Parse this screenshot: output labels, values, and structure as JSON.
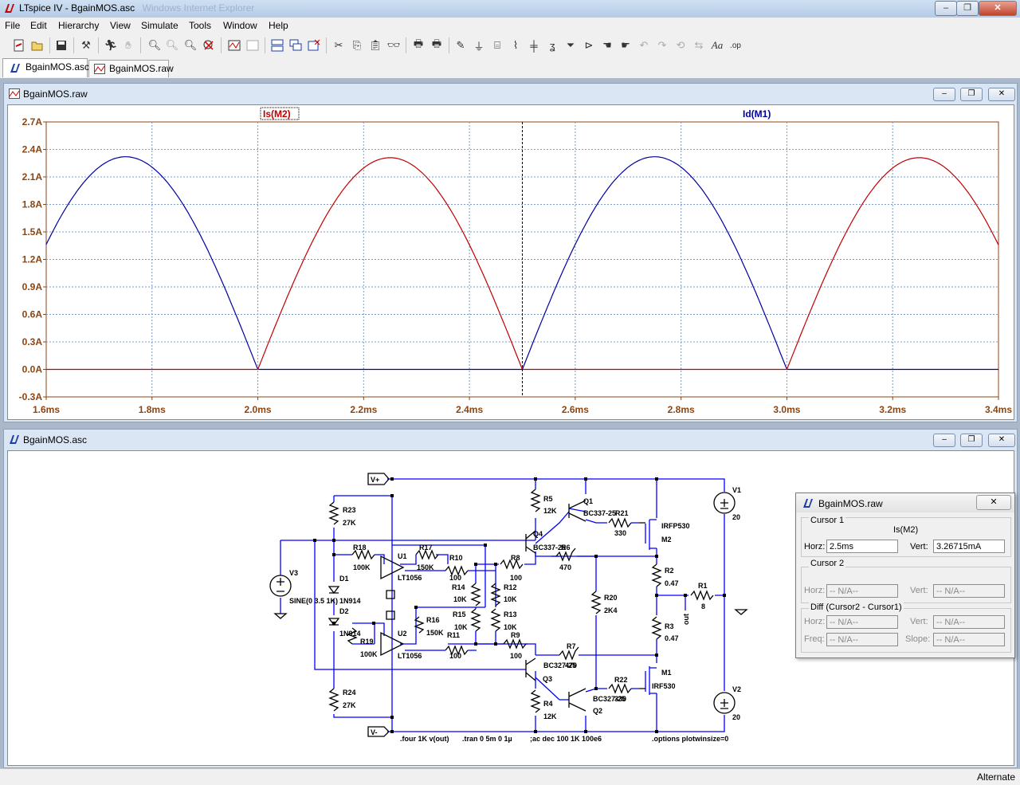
{
  "window": {
    "title": "LTspice IV - BgainMOS.asc",
    "subtitle": "Windows Internet Explorer"
  },
  "menu": [
    "File",
    "Edit",
    "Hierarchy",
    "View",
    "Simulate",
    "Tools",
    "Window",
    "Help"
  ],
  "toolbar_icons": [
    "new-schematic-icon",
    "open-icon",
    "save-icon",
    "control-panel-icon",
    "run-icon",
    "halt-icon",
    "zoom-in-icon",
    "zoom-pan-icon",
    "zoom-out-icon",
    "zoom-fit-icon",
    "autorange-icon",
    "manual-limits-icon",
    "tile-horizontal-icon",
    "cascade-icon",
    "close-windows-icon",
    "cut-icon",
    "copy-icon",
    "paste-icon",
    "find-icon",
    "print-setup-icon",
    "print-icon",
    "wire-icon",
    "ground-icon",
    "label-icon",
    "resistor-icon",
    "capacitor-icon",
    "inductor-icon",
    "diode-icon",
    "component-icon",
    "move-icon",
    "drag-icon",
    "undo-icon",
    "redo-icon",
    "rotate-icon",
    "mirror-icon",
    "text-icon",
    "spice-directive-icon"
  ],
  "tabs": [
    {
      "label": "BgainMOS.asc",
      "icon": "schematic-icon"
    },
    {
      "label": "BgainMOS.raw",
      "icon": "waveform-icon"
    }
  ],
  "waveform_window": {
    "title": "BgainMOS.raw",
    "trace_labels": [
      {
        "name": "Is(M2)",
        "color": "#c00000"
      },
      {
        "name": "Id(M1)",
        "color": "#0000a0"
      }
    ]
  },
  "chart_data": {
    "type": "line",
    "xlabel": "",
    "ylabel": "",
    "xlim": [
      1.6,
      3.4
    ],
    "ylim": [
      -0.3,
      2.7
    ],
    "x_ticks": [
      "1.6ms",
      "1.8ms",
      "2.0ms",
      "2.2ms",
      "2.4ms",
      "2.6ms",
      "2.8ms",
      "3.0ms",
      "3.2ms",
      "3.4ms"
    ],
    "y_ticks": [
      "-0.3A",
      "0.0A",
      "0.3A",
      "0.6A",
      "0.9A",
      "1.2A",
      "1.5A",
      "1.8A",
      "2.1A",
      "2.4A",
      "2.7A"
    ],
    "grid": true,
    "cursor_x": 2.5,
    "series": [
      {
        "name": "Id(M1)",
        "color": "#0000a0",
        "description_period_ms": 1.0,
        "peak": 2.32,
        "x": [
          1.6,
          1.65,
          1.7,
          1.75,
          1.8,
          1.85,
          1.9,
          1.95,
          2.0,
          2.5,
          2.55,
          2.6,
          2.65,
          2.7,
          2.75,
          2.8,
          2.85,
          2.9,
          2.95,
          3.0,
          3.4
        ],
        "y": [
          1.36,
          1.89,
          2.2,
          2.32,
          2.2,
          1.89,
          1.36,
          0.72,
          0.0,
          0.0,
          0.72,
          1.36,
          1.89,
          2.2,
          2.32,
          2.2,
          1.89,
          1.36,
          0.72,
          0.0,
          0.0
        ]
      },
      {
        "name": "Is(M2)",
        "color": "#c00000",
        "peak": 2.31,
        "x": [
          1.6,
          2.0,
          2.05,
          2.1,
          2.15,
          2.2,
          2.25,
          2.3,
          2.35,
          2.4,
          2.45,
          2.5,
          3.0,
          3.05,
          3.1,
          3.15,
          3.2,
          3.25,
          3.3,
          3.35,
          3.4
        ],
        "y": [
          0.0,
          0.0,
          0.72,
          1.36,
          1.89,
          2.2,
          2.31,
          2.2,
          1.89,
          1.36,
          0.72,
          0.0,
          0.0,
          0.72,
          1.36,
          1.89,
          2.2,
          2.31,
          2.2,
          1.89,
          1.36
        ]
      }
    ]
  },
  "schematic_window": {
    "title": "BgainMOS.asc",
    "labels": {
      "vplus": "V+",
      "vminus": "V-",
      "r23": "R23",
      "r23v": "27K",
      "r24": "R24",
      "r24v": "27K",
      "r18": "R18",
      "r18v": "100K",
      "r17": "R17",
      "r17v": "150K",
      "r10": "R10",
      "r10v": "100",
      "r14": "R14",
      "r14v": "10K",
      "r16": "R16",
      "r16v": "150K",
      "r11": "R11",
      "r11v": "100",
      "r15": "R15",
      "r15v": "10K",
      "r19": "R19",
      "r19v": "100K",
      "r12": "R12",
      "r12v": "10K",
      "r13": "R13",
      "r13v": "10K",
      "r8": "R8",
      "r8v": "100",
      "r9": "R9",
      "r9v": "100",
      "r5": "R5",
      "r5v": "12K",
      "r4": "R4",
      "r4v": "12K",
      "q1": "Q1",
      "q1t": "BC337-25",
      "q4": "Q4",
      "q4t": "BC337-25",
      "q3": "Q3",
      "q3t": "BC327-25",
      "q2": "Q2",
      "q2t": "BC327-25",
      "r6": "R6",
      "r6v": "470",
      "r7": "R7",
      "r7v": "470",
      "r21": "R21",
      "r21v": "330",
      "r22": "R22",
      "r22v": "330",
      "r20": "R20",
      "r20v": "2K4",
      "m2": "M2",
      "m2t": "IRFP530",
      "m1": "M1",
      "m1t": "IRF530",
      "r2": "R2",
      "r2v": "0.47",
      "r3": "R3",
      "r3v": "0.47",
      "r1": "R1",
      "r1v": "8",
      "out": "out",
      "v1": "V1",
      "v1v": "20",
      "v2": "V2",
      "v2v": "20",
      "v3": "V3",
      "v3v": "SINE(0 3.5 1K)",
      "d1": "D1",
      "d1t": "1N914",
      "d2": "D2",
      "d2t": "1N914",
      "u1": "U1",
      "u1t": "LT1056",
      "u2": "U2",
      "u2t": "LT1056",
      "dir1": ".four 1K v(out)",
      "dir2": ".tran 0 5m 0 1µ",
      "dir3": ";ac dec 100 1K 100e6",
      "dir4": ".options plotwinsize=0"
    }
  },
  "cursor_window": {
    "title": "BgainMOS.raw",
    "cursor1_label": "Cursor 1",
    "trace": "Is(M2)",
    "horz_label": "Horz:",
    "horz_value": "2.5ms",
    "vert_label": "Vert:",
    "vert_value": "3.26715mA",
    "cursor2_label": "Cursor 2",
    "na": "-- N/A--",
    "diff_label": "Diff (Cursor2 - Cursor1)",
    "freq_label": "Freq:",
    "slope_label": "Slope:"
  },
  "status": {
    "mode": "Alternate"
  }
}
